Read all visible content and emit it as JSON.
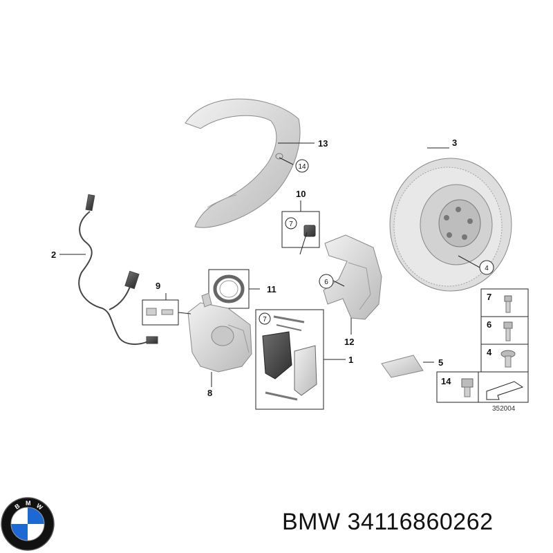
{
  "diagram": {
    "callouts": {
      "c1": "1",
      "c2": "2",
      "c3": "3",
      "c4": "4",
      "c5": "5",
      "c6": "6",
      "c7": "7",
      "c8": "8",
      "c9": "9",
      "c10": "10",
      "c11": "11",
      "c12": "12",
      "c13": "13",
      "c14": "14"
    },
    "circled": {
      "ring14_shield": "14",
      "ring7_clip": "7",
      "ring6_carrier": "6",
      "ring4_disc": "4",
      "ring7_pads": "7"
    },
    "figure_number": "352004"
  },
  "logo": {
    "brand": "BMW",
    "icon": "bmw-roundel-icon"
  },
  "caption": {
    "text": "BMW 34116860262"
  },
  "colors": {
    "part_fill": "#e3e3e3",
    "part_stroke": "#8a8a8a",
    "logo_blue": "#1c69d3"
  }
}
